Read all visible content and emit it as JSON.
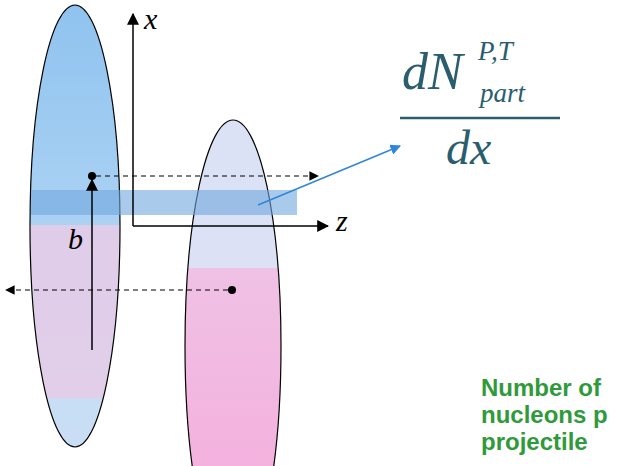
{
  "diagram": {
    "labels": [
      "x",
      "dN",
      "P,T",
      "part",
      "z",
      "b",
      "dx",
      "Number of nucleons p projectile"
    ]
  }
}
